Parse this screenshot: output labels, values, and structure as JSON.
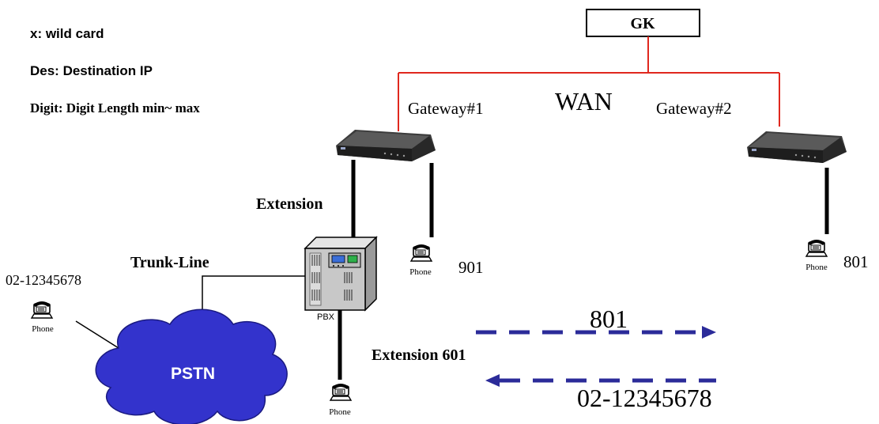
{
  "legend": {
    "wildcard": "x: wild card",
    "destination": "Des: Destination IP",
    "digit": "Digit: Digit Length min~ max"
  },
  "network": {
    "gatekeeper": "GK",
    "wan": "WAN",
    "gateway1": "Gateway#1",
    "gateway2": "Gateway#2",
    "pstn": "PSTN",
    "pbx": "PBX"
  },
  "links": {
    "extension": "Extension",
    "trunk_line": "Trunk-Line",
    "extension_601": "Extension 601"
  },
  "phones": {
    "label": "Phone",
    "number_901": "901",
    "number_801": "801",
    "pstn_number": "02-12345678"
  },
  "calls": {
    "forward": "801",
    "backward": "02-12345678"
  },
  "colors": {
    "wan_line": "#e0281e",
    "arrow": "#2b2b99",
    "cloud": "#3333cc",
    "pbx_fill": "#c8c8c8",
    "device": "#2e2e2e"
  }
}
